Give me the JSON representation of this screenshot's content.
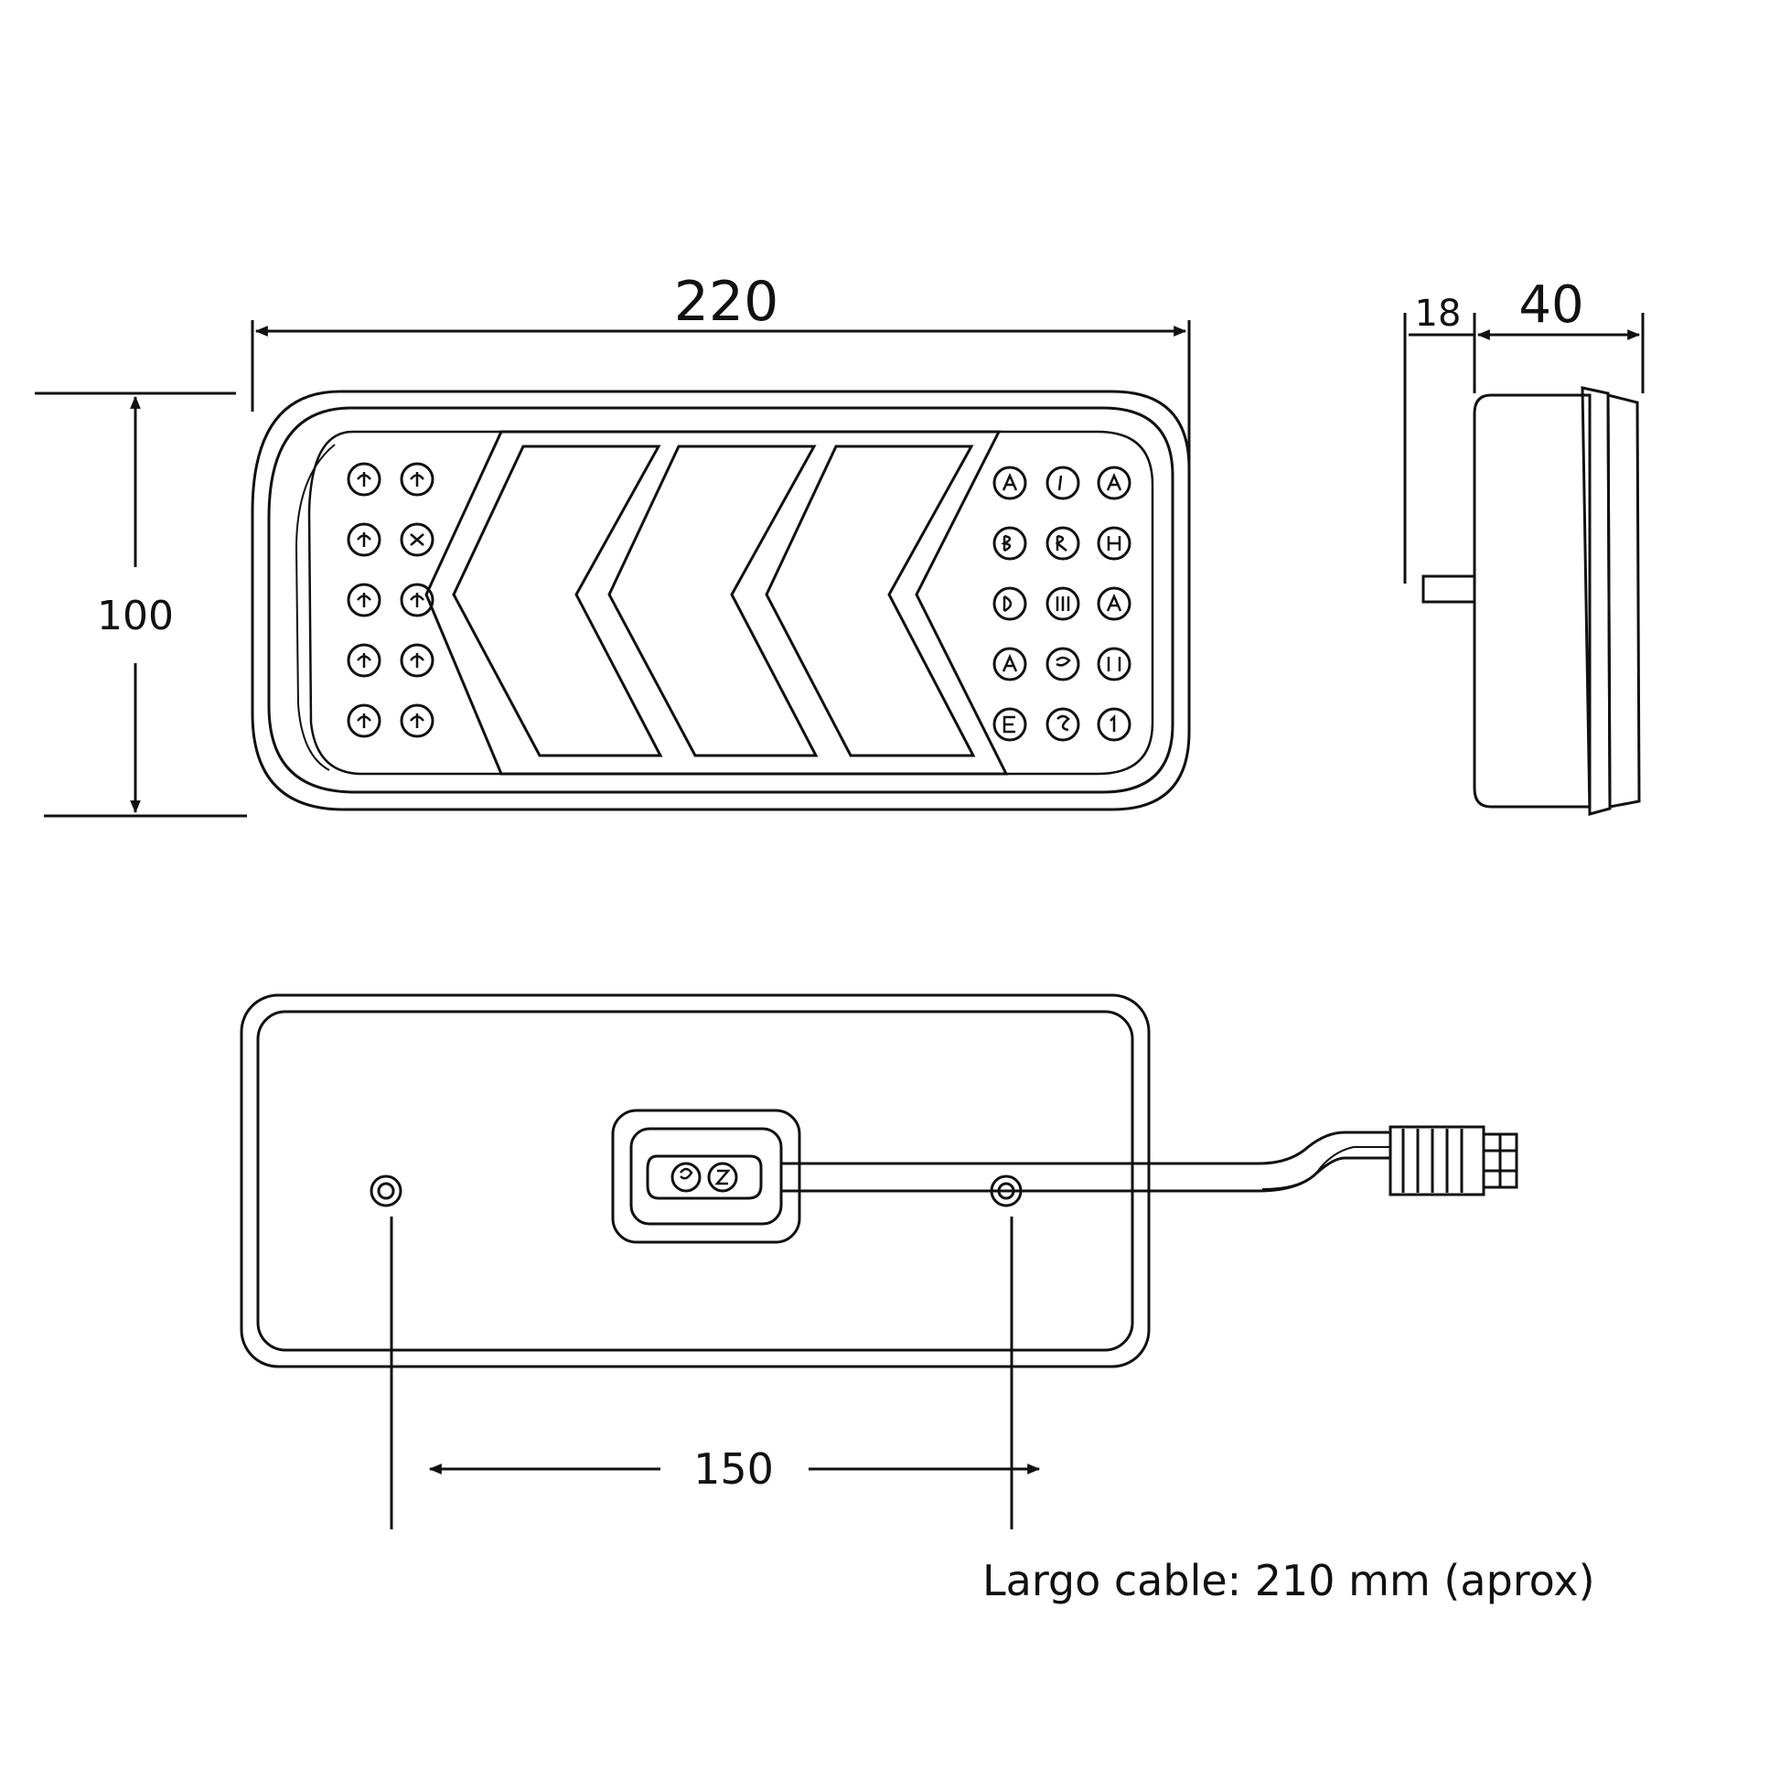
{
  "diagram": {
    "dimensions": {
      "width": "220",
      "height": "100",
      "depth_offset": "18",
      "depth": "40",
      "mount_spacing": "150"
    },
    "cable_note": "Largo cable: 210 mm (aprox)",
    "colors": {
      "line": "#111111",
      "background": "#ffffff"
    }
  }
}
